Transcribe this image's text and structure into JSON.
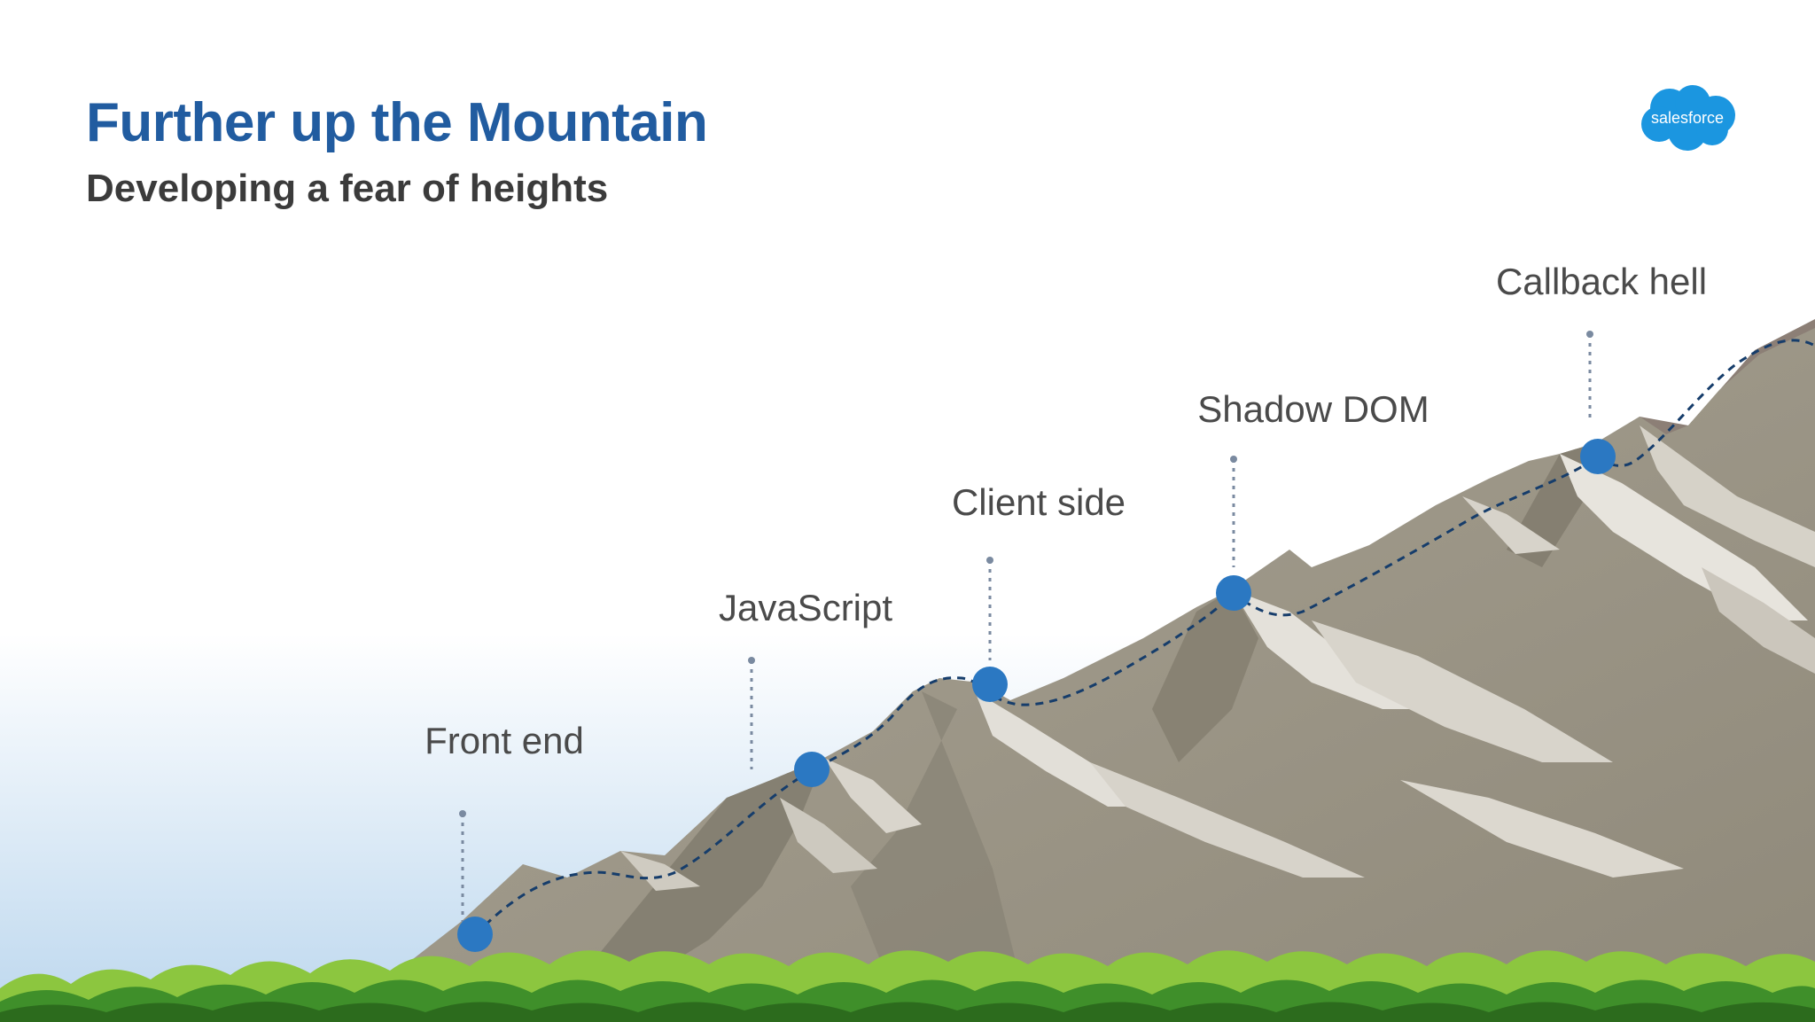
{
  "slide": {
    "title": "Further up the Mountain",
    "subtitle": "Developing a fear of heights"
  },
  "logo": {
    "text": "salesforce",
    "color": "#1b96e0"
  },
  "colors": {
    "title": "#215ca0",
    "marker": "#2b78c2",
    "trail": "#163d6b",
    "mountain": "#9c9687",
    "foliage": "#3f8f2a"
  },
  "milestones": [
    {
      "label": "Front end"
    },
    {
      "label": "JavaScript"
    },
    {
      "label": "Client side"
    },
    {
      "label": "Shadow DOM"
    },
    {
      "label": "Callback hell"
    }
  ]
}
